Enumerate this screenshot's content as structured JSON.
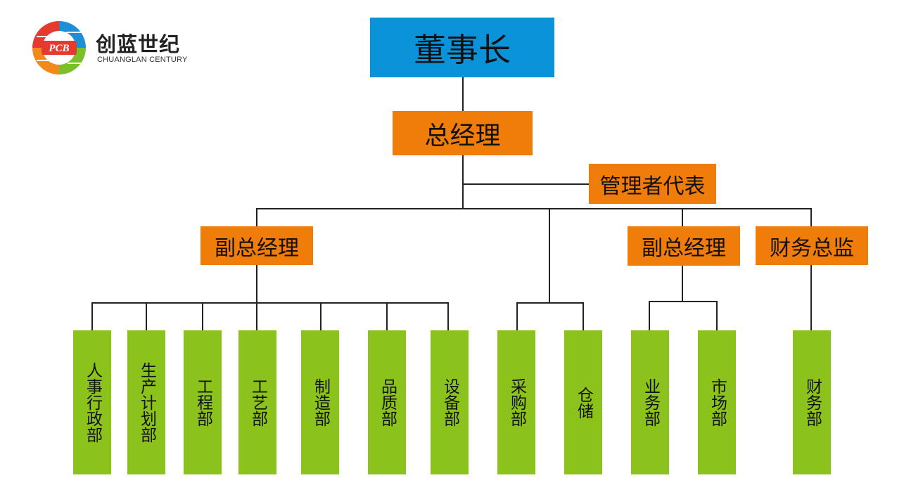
{
  "brand": {
    "logo_text": "PCB",
    "name_cn": "创蓝世纪",
    "name_en": "CHUANGLAN CENTURY"
  },
  "colors": {
    "chairman": "#0a93d8",
    "management": "#f07c0a",
    "department": "#8cc21c",
    "connector": "#222222"
  },
  "chart": {
    "chairman": "董事长",
    "general_manager": "总经理",
    "management_rep": "管理者代表",
    "vp_left": "副总经理",
    "vp_right": "副总经理",
    "cfo": "财务总监",
    "departments": [
      "人事行政部",
      "生产计划部",
      "工程部",
      "工艺部",
      "制造部",
      "品质部",
      "设备部",
      "采购部",
      "仓储",
      "业务部",
      "市场部",
      "财务部"
    ]
  }
}
